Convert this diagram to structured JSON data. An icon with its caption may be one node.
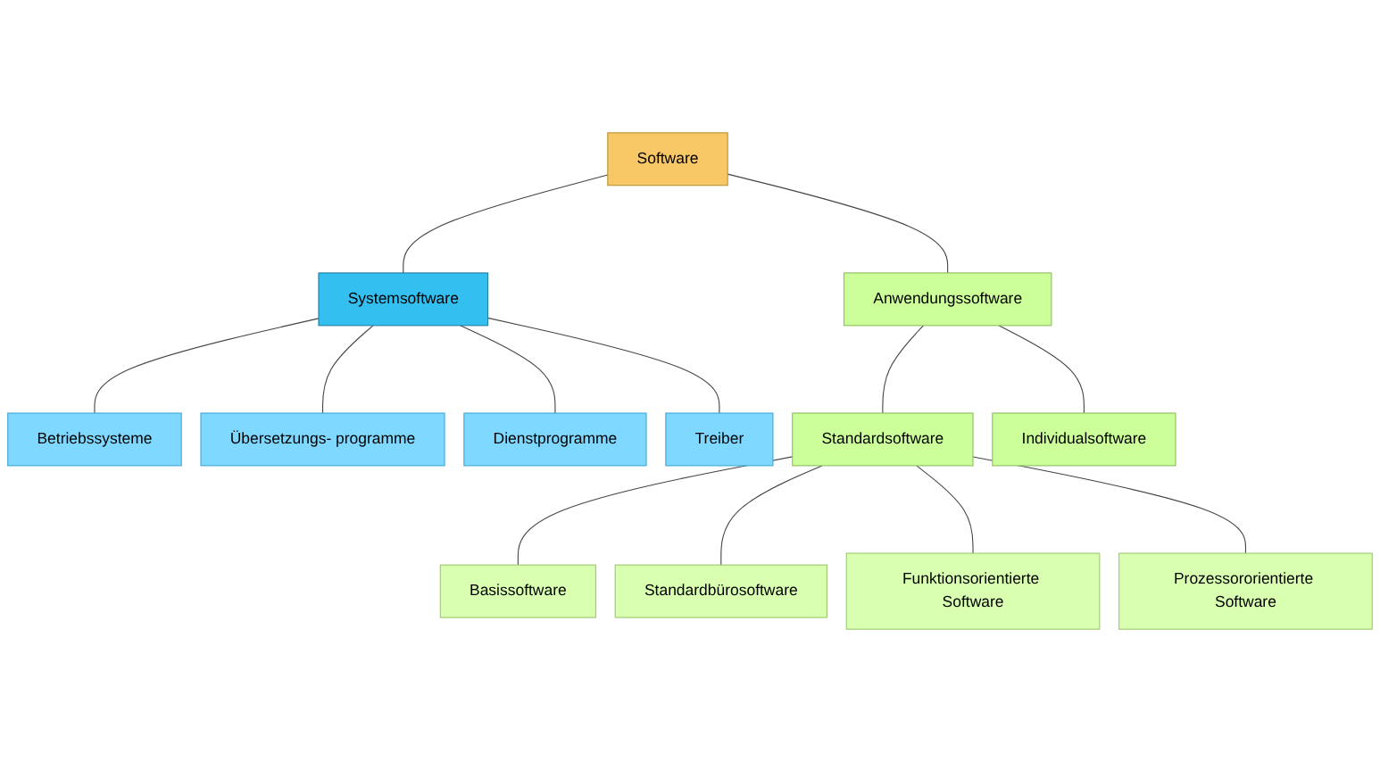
{
  "diagram": {
    "nodes": [
      {
        "text": [
          "Software"
        ]
      },
      {
        "text": [
          "Systemsoftware"
        ]
      },
      {
        "text": [
          "Anwendungssoftware"
        ]
      },
      {
        "text": [
          "Betriebssysteme"
        ]
      },
      {
        "text": [
          "Übersetzungs- programme"
        ]
      },
      {
        "text": [
          "Dienstprogramme"
        ]
      },
      {
        "text": [
          "Treiber"
        ]
      },
      {
        "text": [
          "Standardsoftware"
        ]
      },
      {
        "text": [
          "Individualsoftware"
        ]
      },
      {
        "text": [
          "Basissoftware"
        ]
      },
      {
        "text": [
          "Standardbürosoftware"
        ]
      },
      {
        "text": [
          "Funktionsorientierte Software"
        ]
      },
      {
        "text": [
          "Prozessororientierte Software"
        ]
      }
    ],
    "edges": [
      {
        "from": 0,
        "to": 1,
        "arrow": "none"
      },
      {
        "from": 0,
        "to": 2,
        "arrow": "none"
      },
      {
        "from": 1,
        "to": 3,
        "arrow": "none"
      },
      {
        "from": 1,
        "to": 4,
        "arrow": "none"
      },
      {
        "from": 1,
        "to": 5,
        "arrow": "none"
      },
      {
        "from": 1,
        "to": 6,
        "arrow": "none"
      },
      {
        "from": 2,
        "to": 7,
        "arrow": "none"
      },
      {
        "from": 2,
        "to": 8,
        "arrow": "none"
      },
      {
        "from": 7,
        "to": 9,
        "arrow": "none"
      },
      {
        "from": 7,
        "to": 10,
        "arrow": "none"
      },
      {
        "from": 7,
        "to": 11,
        "arrow": "none"
      },
      {
        "from": 7,
        "to": 12,
        "arrow": "none"
      }
    ]
  }
}
